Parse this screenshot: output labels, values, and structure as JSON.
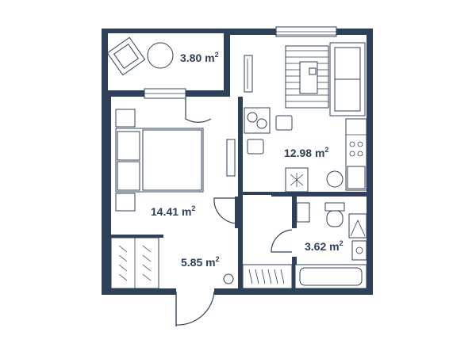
{
  "plan": {
    "rooms": [
      {
        "id": "balcony",
        "area": "3.80"
      },
      {
        "id": "kitchen",
        "area": "12.98"
      },
      {
        "id": "bedroom",
        "area": "14.41"
      },
      {
        "id": "hallway",
        "area": "5.85"
      },
      {
        "id": "bathroom",
        "area": "3.62"
      }
    ],
    "unit": "m",
    "unit_sup": "2"
  },
  "colors": {
    "wall": "#2f4158",
    "background": "#ffffff"
  }
}
